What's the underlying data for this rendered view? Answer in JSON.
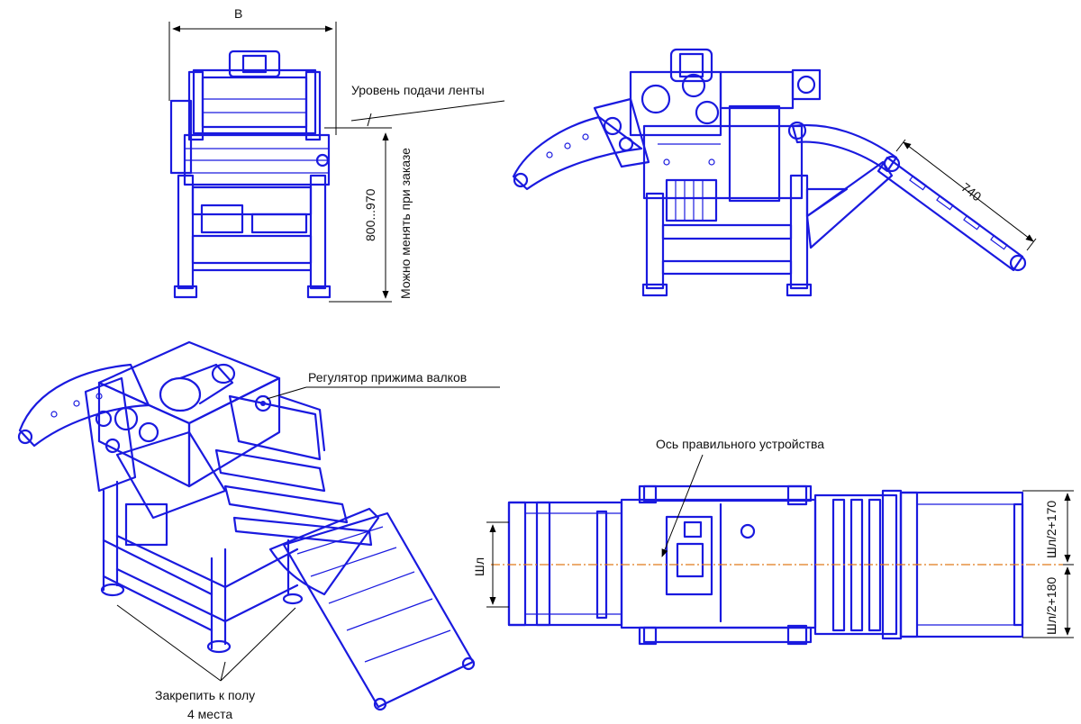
{
  "labels": {
    "width_dim": "B",
    "feed_level": "Уровень подачи ленты",
    "height_range": "800...970",
    "height_note": "Можно менять при заказе",
    "arm_length": "740",
    "roller_regulator": "Регулятор прижима валков",
    "floor_fix_line1": "Закрепить к полу",
    "floor_fix_line2": "4 места",
    "straightener_axis": "Ось правильного устройства",
    "strip_width": "Шл",
    "offset_top": "Шл/2+170",
    "offset_bottom": "Шл/2+180"
  },
  "colors": {
    "line": "#1a1adf",
    "dimension": "#000000",
    "axis": "#e07a1a"
  }
}
